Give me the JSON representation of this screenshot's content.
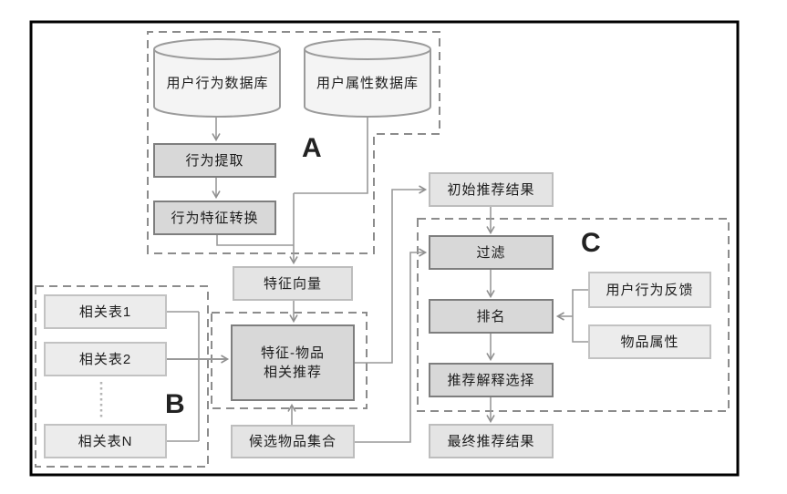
{
  "diagram": {
    "title": "recommendation-pipeline-flowchart",
    "groups": {
      "a": "A",
      "b": "B",
      "c": "C"
    },
    "databases": {
      "user_behavior_db": "用户行为数据库",
      "user_attribute_db": "用户属性数据库"
    },
    "nodes": {
      "behavior_extraction": "行为提取",
      "behavior_feature_conversion": "行为特征转换",
      "feature_vector": "特征向量",
      "related_table_1": "相关表1",
      "related_table_2": "相关表2",
      "related_table_n": "相关表N",
      "feature_item_recommendation": "特征-物品\n相关推荐",
      "candidate_items": "候选物品集合",
      "initial_results": "初始推荐结果",
      "filter": "过滤",
      "ranking": "排名",
      "explanation_selection": "推荐解释选择",
      "final_results": "最终推荐结果",
      "user_feedback": "用户行为反馈",
      "item_attributes": "物品属性"
    },
    "colors": {
      "frame": "#000000",
      "dashed_outline": "#8c8c8c",
      "connector": "#999999",
      "dark_box_fill": "#d8d8d8",
      "dark_box_border": "#7e7e7e",
      "light_box_fill": "#ececec",
      "cylinder_fill": "#f4f4f4",
      "text": "#1c1c1c"
    }
  }
}
